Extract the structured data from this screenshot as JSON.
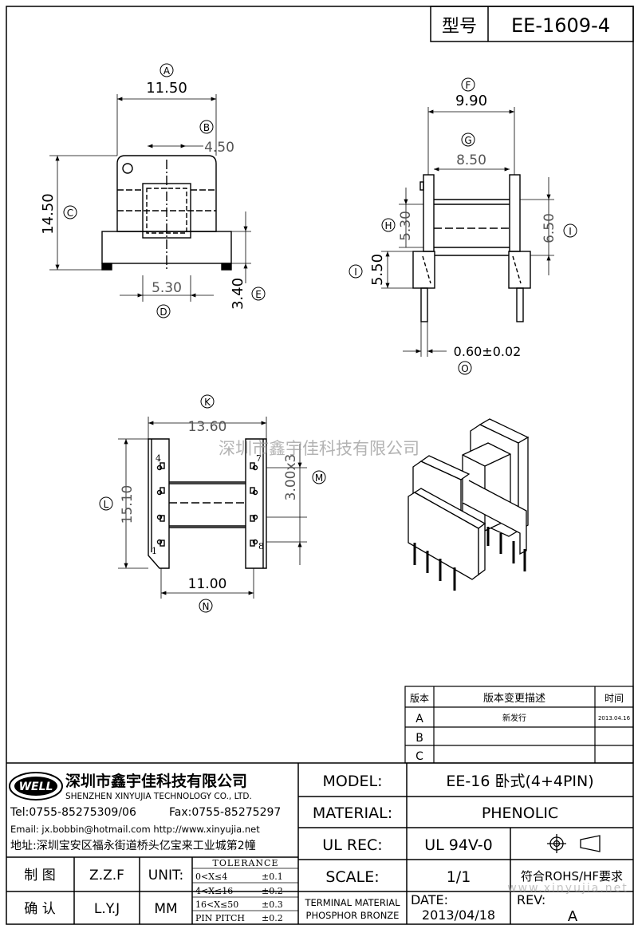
{
  "header": {
    "model_label": "型号",
    "model_value": "EE-1609-4"
  },
  "views": {
    "top_view": {
      "dims": {
        "A": "11.50",
        "B": "4.50",
        "C": "14.50",
        "D": "5.30",
        "E": "3.40"
      },
      "letters": {
        "A": "A",
        "B": "B",
        "C": "C",
        "D": "D",
        "E": "E"
      }
    },
    "side_view": {
      "dims": {
        "F": "9.90",
        "G": "8.50",
        "H": "5.30",
        "I": "6.50",
        "J": "5.50",
        "O": "0.60±0.02"
      },
      "letters": {
        "F": "F",
        "G": "G",
        "H": "H",
        "I": "I",
        "J": "I",
        "O": "O"
      }
    },
    "bottom_view": {
      "dims": {
        "K": "13.60",
        "L": "15.10",
        "M": "3.00x3",
        "N": "11.00"
      },
      "letters": {
        "K": "K",
        "L": "L",
        "M": "M",
        "N": "N"
      },
      "pins": {
        "p4": "4",
        "p7": "7",
        "p1": "1",
        "p8": "8"
      }
    }
  },
  "watermark": "深圳市鑫宇佳科技有限公司",
  "revision_table": {
    "headers": {
      "version": "版本",
      "desc": "版本变更描述",
      "time": "时间"
    },
    "rows": [
      {
        "version": "A",
        "desc": "新发行",
        "time": "2013.04.16"
      },
      {
        "version": "B",
        "desc": "",
        "time": ""
      },
      {
        "version": "C",
        "desc": "",
        "time": ""
      }
    ]
  },
  "company": {
    "logo": "WELL",
    "name_cn": "深圳市鑫宇佳科技有限公司",
    "name_en": "SHENZHEN XINYUJIA TECHNOLOGY CO., LTD.",
    "tel": "Tel:0755-85275309/06",
    "fax": "Fax:0755-85275297",
    "email": "Email: jx.bobbin@hotmail.com http://www.xinyujia.net",
    "address": "地址:深圳宝安区福永街道桥头亿宝来工业城第2幢"
  },
  "sign": {
    "draw_label": "制 图",
    "draw_value": "Z.Z.F",
    "confirm_label": "确 认",
    "confirm_value": "L.Y.J",
    "unit_label": "UNIT:",
    "unit_value": "MM"
  },
  "tolerance": {
    "title": "TOLERANCE",
    "rows": [
      {
        "range": "0<X≤4",
        "tol": "±0.1"
      },
      {
        "range": "4<X≤16",
        "tol": "±0.2"
      },
      {
        "range": "16<X≤50",
        "tol": "±0.3"
      },
      {
        "range": "PIN PITCH",
        "tol": "±0.2"
      }
    ]
  },
  "spec": {
    "model_label": "MODEL:",
    "model_value": "EE-16 卧式(4+4PIN)",
    "material_label": "MATERIAL:",
    "material_value": "PHENOLIC",
    "ulrec_label": "UL REC:",
    "ulrec_value": "UL 94V-0",
    "scale_label": "SCALE:",
    "scale_value": "1/1",
    "rohs": "符合ROHS/HF要求",
    "terminal_label_1": "TERMINAL MATERIAL",
    "terminal_label_2": "PHOSPHOR BRONZE",
    "date_label": "DATE:",
    "date_value": "2013/04/18",
    "rev_label": "REV:",
    "rev_value": "A",
    "website": "www.xinyujia.net"
  }
}
